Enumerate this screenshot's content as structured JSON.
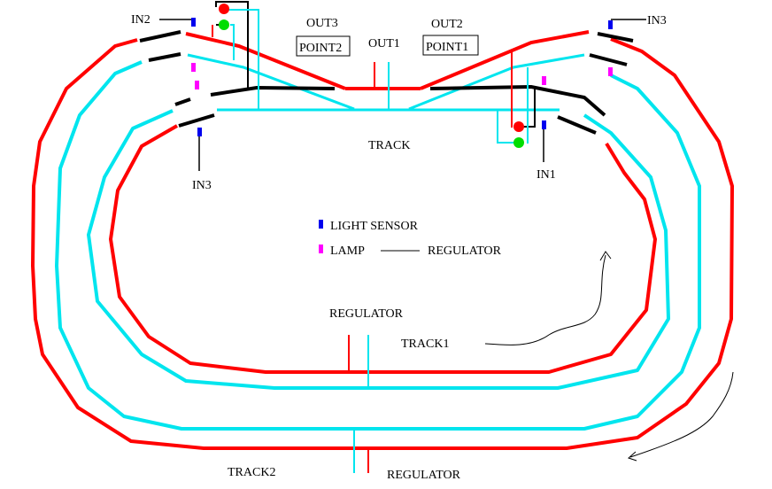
{
  "colors": {
    "red_track": "#ff0000",
    "cyan_track": "#00e5ee",
    "points_black": "#000000",
    "light_sensor": "#0000ee",
    "lamp": "#ff00ff",
    "signal_red": "#ff0000",
    "signal_green": "#00dd00"
  },
  "labels": {
    "in2": "IN2",
    "in3_top": "IN3",
    "in3_left": "IN3",
    "in1": "IN1",
    "out3": "OUT3",
    "out1": "OUT1",
    "out2": "OUT2",
    "point2": "POINT2",
    "point1": "POINT1",
    "track": "TRACK",
    "track1": "TRACK1",
    "track2": "TRACK2",
    "regulator_legend": "REGULATOR",
    "regulator_mid": "REGULATOR",
    "regulator_bottom": "REGULATOR"
  },
  "legend": {
    "light_sensor": "LIGHT SENSOR",
    "lamp": "LAMP"
  },
  "icons": {
    "light_sensor": "blue-rectangle",
    "lamp": "magenta-rectangle",
    "signal": "red-green-dot-pair"
  }
}
